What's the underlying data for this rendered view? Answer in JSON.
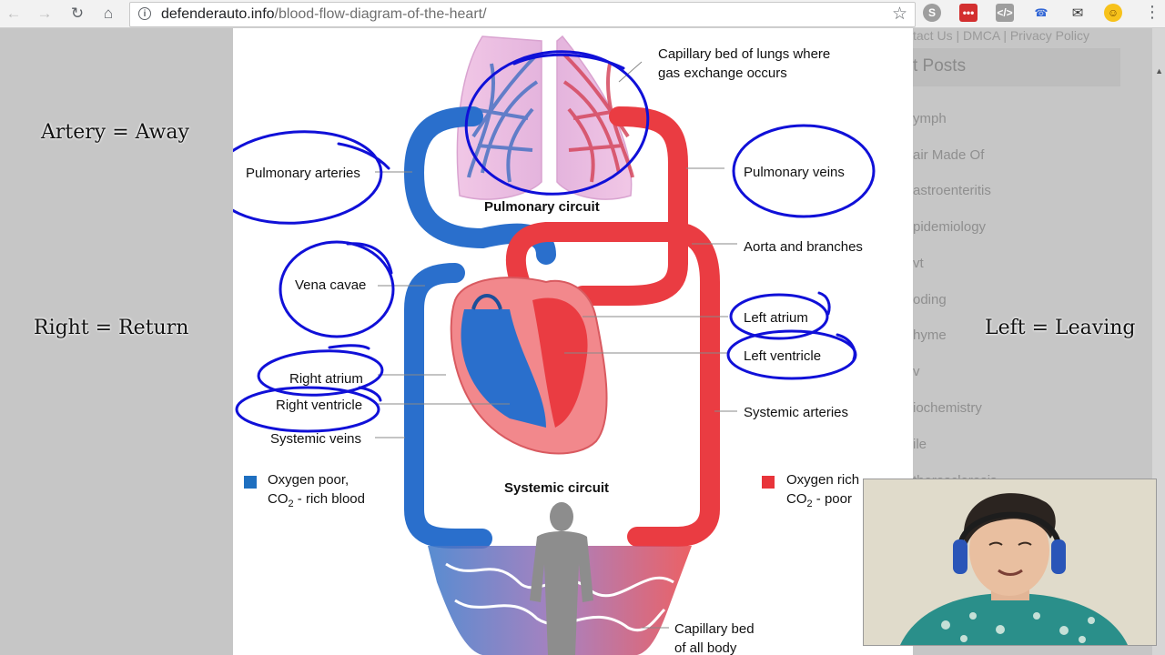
{
  "browser": {
    "url_domain": "defenderauto.info",
    "url_path": "/blood-flow-diagram-of-the-heart/",
    "icons": [
      "back-icon",
      "forward-icon",
      "reload-icon",
      "home-icon",
      "info-icon",
      "star-icon",
      "menu-icon"
    ]
  },
  "sidebar": {
    "top_text": "tact Us | DMCA | Privacy Policy",
    "heading": "t Posts",
    "items": [
      "ymph",
      "air Made Of",
      "astroenteritis",
      "pidemiology",
      "vt",
      "oding",
      "hyme",
      "v",
      "iochemistry",
      "ile",
      "therosclerosis"
    ]
  },
  "overlay": {
    "artery": "Artery = Away",
    "right": "Right = Return",
    "left": "Left = Leaving"
  },
  "diagram": {
    "labels": {
      "capillary_lungs_1": "Capillary bed of lungs where",
      "capillary_lungs_2": "gas exchange occurs",
      "pulmonary_arteries": "Pulmonary arteries",
      "pulmonary_veins": "Pulmonary veins",
      "pulmonary_circuit": "Pulmonary circuit",
      "aorta": "Aorta and branches",
      "vena_cavae": "Vena cavae",
      "left_atrium": "Left atrium",
      "left_ventricle": "Left ventricle",
      "right_atrium": "Right atrium",
      "right_ventricle": "Right ventricle",
      "systemic_veins": "Systemic veins",
      "systemic_arteries": "Systemic arteries",
      "systemic_circuit": "Systemic circuit",
      "legend_poor_1": "Oxygen poor,",
      "legend_poor_2_a": "CO",
      "legend_poor_2_sub": "2",
      "legend_poor_2_b": " - rich blood",
      "legend_rich_1": "Oxygen rich",
      "legend_rich_2_a": "CO",
      "legend_rich_2_sub": "2",
      "legend_rich_2_b": " - poor",
      "capillary_body_1": "Capillary bed",
      "capillary_body_2": "of all body"
    },
    "colors": {
      "oxygen_poor": "#1e6fc0",
      "oxygen_rich": "#e8343a",
      "annotation": "#1010d8"
    }
  }
}
